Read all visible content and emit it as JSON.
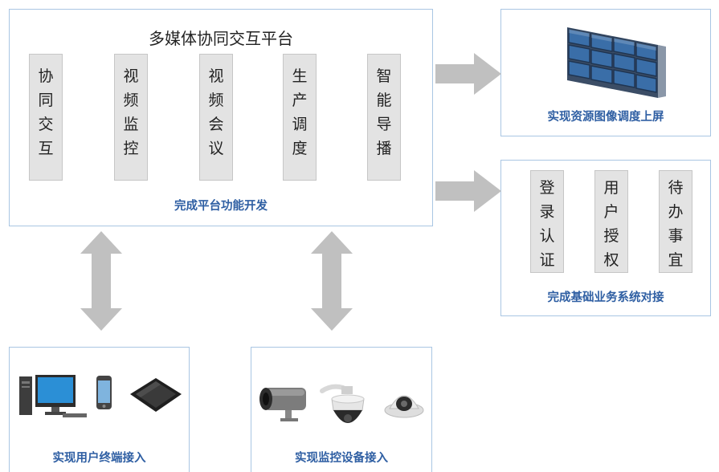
{
  "platform": {
    "title": "多媒体协同交互平台",
    "modules": [
      {
        "chars": [
          "协",
          "同",
          "交",
          "互"
        ]
      },
      {
        "chars": [
          "视",
          "频",
          "监",
          "控"
        ]
      },
      {
        "chars": [
          "视",
          "频",
          "会",
          "议"
        ]
      },
      {
        "chars": [
          "生",
          "产",
          "调",
          "度"
        ]
      },
      {
        "chars": [
          "智",
          "能",
          "导",
          "播"
        ]
      }
    ],
    "caption": "完成平台功能开发"
  },
  "video_wall": {
    "caption": "实现资源图像调度上屏",
    "icon": "video-wall-icon"
  },
  "business": {
    "modules": [
      {
        "chars": [
          "登",
          "录",
          "认",
          "证"
        ]
      },
      {
        "chars": [
          "用",
          "户",
          "授",
          "权"
        ]
      },
      {
        "chars": [
          "待",
          "办",
          "事",
          "宜"
        ]
      }
    ],
    "caption": "完成基础业务系统对接"
  },
  "terminals": {
    "caption": "实现用户终端接入",
    "icons": [
      "desktop-computer-icon",
      "mobile-phone-icon",
      "tablet-icon"
    ]
  },
  "cameras": {
    "caption": "实现监控设备接入",
    "icons": [
      "bullet-camera-icon",
      "ptz-dome-camera-icon",
      "dome-camera-icon"
    ]
  },
  "colors": {
    "panel_border": "#a9c6e3",
    "caption": "#2f5fa3",
    "module_fill": "#e3e3e3",
    "arrow": "#c0c0c0"
  }
}
